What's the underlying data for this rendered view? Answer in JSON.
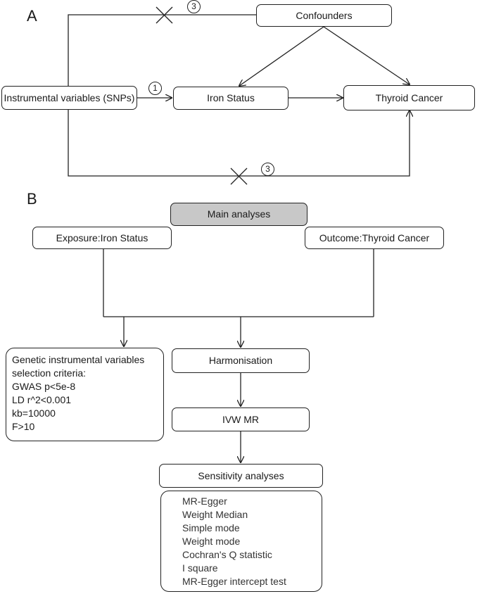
{
  "panel_a": {
    "label": "A",
    "instrumental_variables": "Instrumental variables (SNPs)",
    "iron_status": "Iron Status",
    "thyroid_cancer": "Thyroid Cancer",
    "confounders": "Confounders",
    "marker_1": "1",
    "marker_3_top": "3",
    "marker_3_bottom": "3"
  },
  "panel_b": {
    "label": "B",
    "main_analyses": "Main analyses",
    "exposure": "Exposure:Iron Status",
    "outcome": "Outcome:Thyroid Cancer",
    "harmonisation": "Harmonisation",
    "ivw_mr": "IVW MR",
    "sensitivity_analyses": "Sensitivity analyses",
    "selection_criteria": [
      "Genetic instrumental variables",
      "selection criteria:",
      "GWAS p<5e-8",
      "LD r^2<0.001",
      "kb=10000",
      "F>10"
    ],
    "sensitivity_methods": [
      "MR-Egger",
      "Weight Median",
      "Simple mode",
      "Weight mode",
      "Cochran's Q statistic",
      "I square",
      "MR-Egger intercept test"
    ]
  }
}
